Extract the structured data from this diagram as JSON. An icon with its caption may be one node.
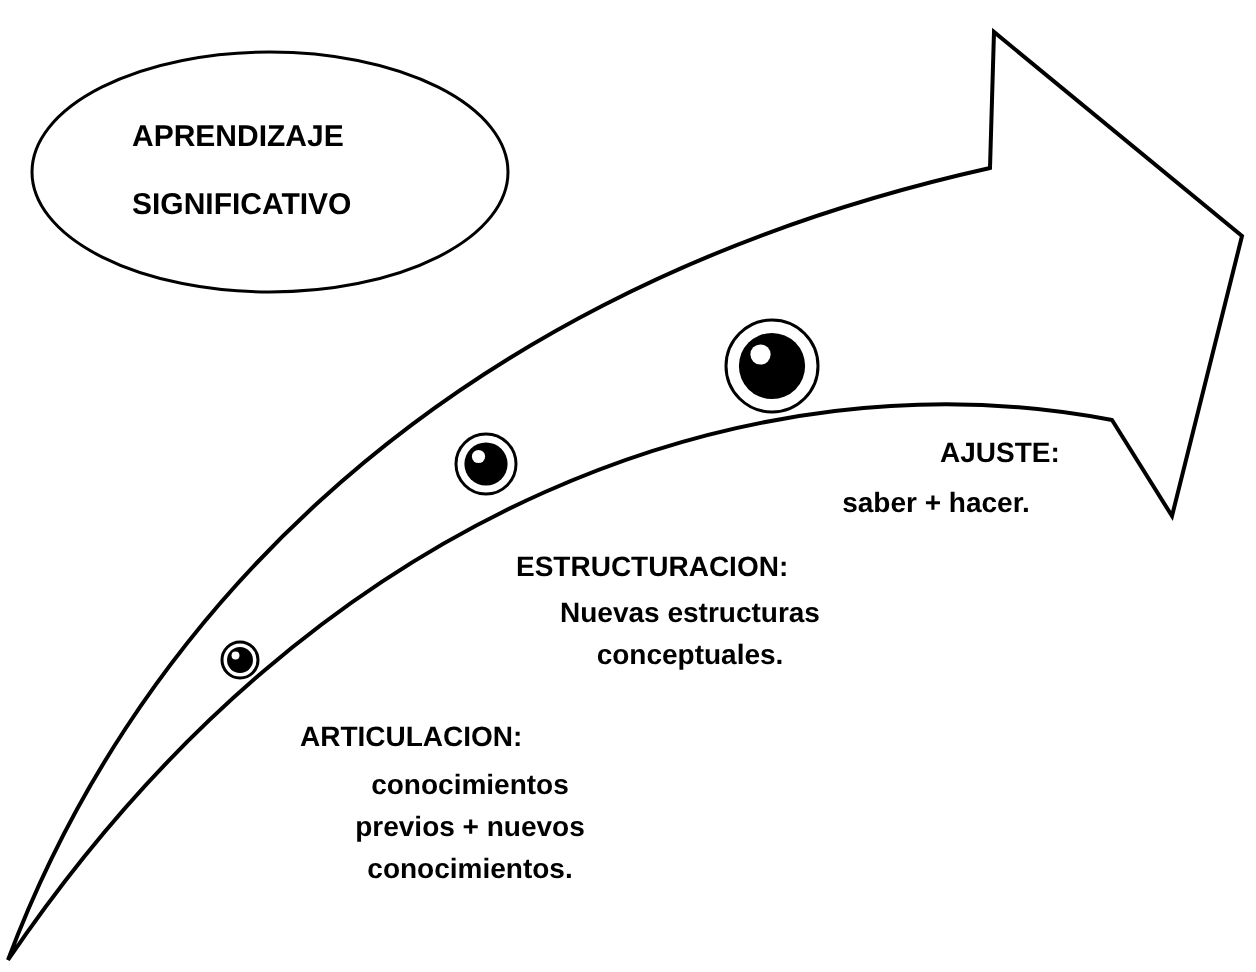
{
  "diagram": {
    "nodes": [
      {
        "text": [
          "APRENDIZAJE SIGNIFICATIVO"
        ]
      }
    ],
    "labels": [
      "AJUSTE:",
      "saber + hacer.",
      "ESTRUCTURACION:",
      "Nuevas estructuras conceptuales.",
      "ARTICULACION:",
      "conocimientos previos + nuevos conocimientos."
    ]
  }
}
